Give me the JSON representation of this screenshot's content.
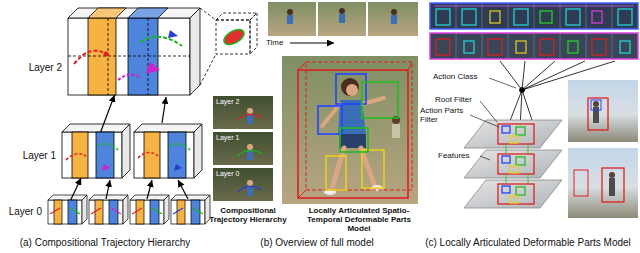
{
  "diagram": {
    "nodes": [
      {
        "text": [
          "Layer 2"
        ]
      },
      {
        "text": [
          "Layer 1"
        ]
      },
      {
        "text": [
          "Layer 0"
        ]
      }
    ],
    "edges": [
      {
        "from": 2,
        "to": 1,
        "arrow": "to"
      },
      {
        "from": 1,
        "to": 0,
        "arrow": "to"
      }
    ],
    "labels": [
      "(a) Compositional Trajectory Hierarchy",
      "Time",
      "Layer 2",
      "Layer 1",
      "Layer 0",
      "Compositional Trajectory Hierarchy",
      "Locally Articulated Spatio-Temporal Deformable Parts Model",
      "(b) Overview of full model",
      "Action Class",
      "Root Filter",
      "Action Parts Filter",
      "Features",
      "(c) Locally Articulated Deformable Parts Model"
    ]
  }
}
